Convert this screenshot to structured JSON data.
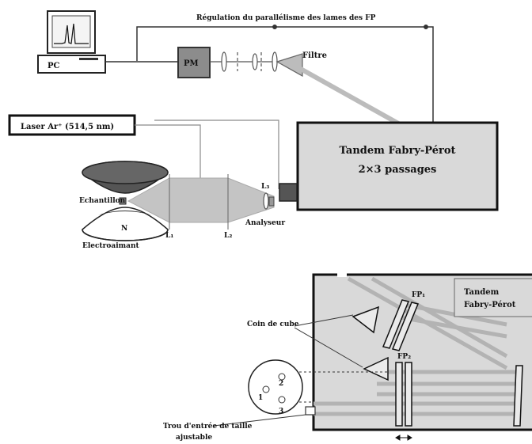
{
  "pc": {
    "label": "PC"
  },
  "pm": {
    "label": "PM"
  },
  "regulation": {
    "label": "Régulation du parallélisme des lames des FP"
  },
  "filtre": {
    "label": "Filtre"
  },
  "laser": {
    "label": "Laser Ar⁺ (514,5 nm)"
  },
  "tandem_main": {
    "title": "Tandem Fabry-Pérot",
    "subtitle": "2×3 passages"
  },
  "echantillon": {
    "label": "Echantillon"
  },
  "electroaimant": {
    "label": "Electroaimant"
  },
  "magnet_pole": {
    "label": "N"
  },
  "lenses": {
    "l1": "L₁",
    "l2": "L₂",
    "l3": "L₃"
  },
  "analyseur": {
    "label": "Analyseur"
  },
  "tandem_detail": {
    "line1": "Tandem",
    "line2": "Fabry-Pérot"
  },
  "fp1": {
    "label": "FP₁"
  },
  "fp2": {
    "label": "FP₂"
  },
  "coin_de_cube": {
    "label": "Coin de cube"
  },
  "pinhole_wheel": {
    "h1": "1",
    "h2": "2",
    "h3": "3"
  },
  "trou": {
    "line1": "Trou d'entrée de taille",
    "line2": "ajustable"
  },
  "colors": {
    "line": "#333333",
    "box_fill": "#d9d9d9",
    "pm_fill": "#8c8c8c",
    "beam": "#bcbcbc",
    "dark": "#444444"
  }
}
